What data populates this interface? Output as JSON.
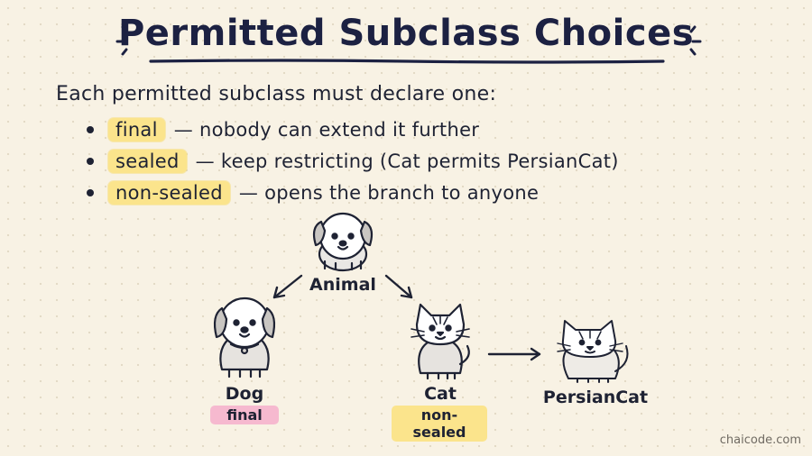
{
  "title": "Permitted Subclass Choices",
  "intro": "Each permitted subclass must declare one:",
  "bullets": [
    {
      "keyword": "final",
      "text": "— nobody can extend it further"
    },
    {
      "keyword": "sealed",
      "text": "— keep restricting (Cat permits PersianCat)"
    },
    {
      "keyword": "non-sealed",
      "text": "— opens the branch to anyone"
    }
  ],
  "diagram": {
    "animal": {
      "label": "Animal",
      "icon": "puppy-icon"
    },
    "dog": {
      "label": "Dog",
      "tag": "final",
      "icon": "dog-icon"
    },
    "cat": {
      "label": "Cat",
      "tag": "non-sealed",
      "icon": "cat-icon"
    },
    "persian": {
      "label": "PersianCat",
      "icon": "persian-cat-icon"
    }
  },
  "colors": {
    "background": "#f8f2e4",
    "highlight_yellow": "#fbe48c",
    "highlight_pink": "#f6b9cf",
    "ink": "#1e2233"
  },
  "footer": "chaicode.com"
}
